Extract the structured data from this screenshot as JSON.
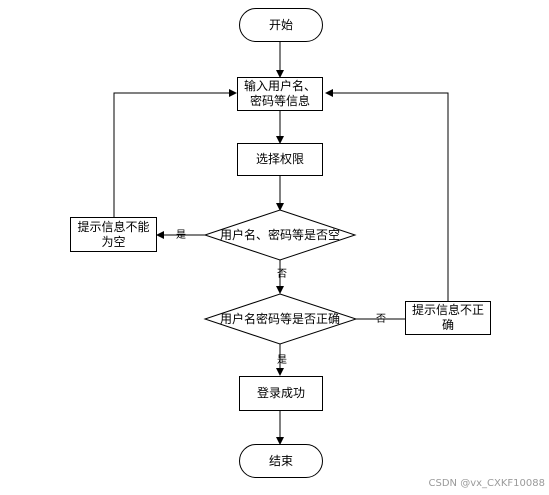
{
  "nodes": {
    "start": "开始",
    "input": "输入用户名、\n密码等信息",
    "select_permission": "选择权限",
    "check_empty": "用户名、密码等是否空",
    "msg_empty": "提示信息不能\n为空",
    "check_correct": "用户名密码等是否正确",
    "msg_incorrect": "提示信息不正\n确",
    "login_success": "登录成功",
    "end": "结束"
  },
  "edges": {
    "empty_yes": "是",
    "empty_no": "否",
    "correct_no": "否",
    "correct_yes": "是"
  },
  "watermark": "CSDN @vx_CXKF10088"
}
